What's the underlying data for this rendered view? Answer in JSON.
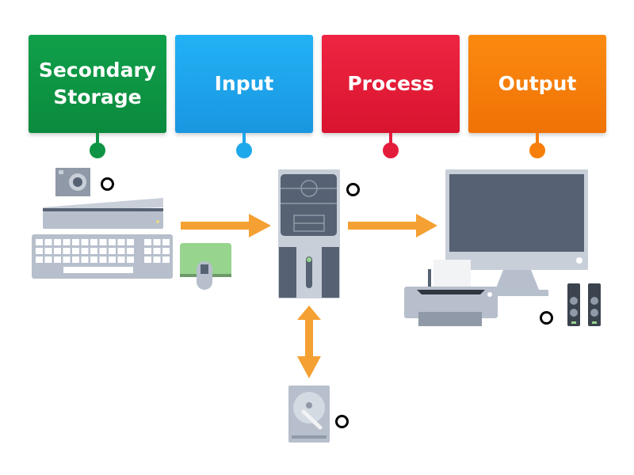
{
  "exercise": {
    "type": "labelled diagram",
    "labels": [
      {
        "id": "secondary-storage",
        "text_lines": [
          "Secondary",
          "Storage"
        ],
        "color": "#0e9444"
      },
      {
        "id": "input",
        "text_lines": [
          "Input"
        ],
        "color": "#1ea8ec"
      },
      {
        "id": "process",
        "text_lines": [
          "Process"
        ],
        "color": "#e41c3c"
      },
      {
        "id": "output",
        "text_lines": [
          "Output"
        ],
        "color": "#f57f0a"
      }
    ],
    "drop_targets": [
      {
        "id": "input-devices-target",
        "near": "camera, scanner, keyboard, mouse"
      },
      {
        "id": "process-target",
        "near": "computer tower"
      },
      {
        "id": "output-target",
        "near": "monitor, printer, speakers"
      },
      {
        "id": "storage-target",
        "near": "hard disk drive"
      }
    ],
    "devices": [
      "camera",
      "scanner",
      "keyboard",
      "mouse",
      "computer-tower",
      "monitor",
      "printer",
      "speakers",
      "hard-disk"
    ],
    "arrow_color": "#f5a033",
    "device_colors": {
      "light": "#b7bfcc",
      "dark": "#566273",
      "mousepad": "#97d48e"
    }
  }
}
